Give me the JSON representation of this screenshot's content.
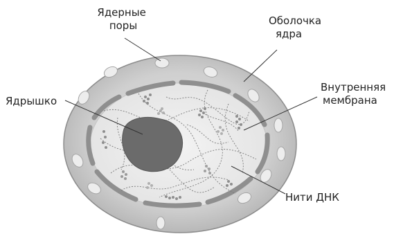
{
  "labels": {
    "nuclear_pores_line1": "Ядерные",
    "nuclear_pores_line2": "поры",
    "envelope_line1": "Оболочка",
    "envelope_line2": "ядра",
    "inner_membrane_line1": "Внутренняя",
    "inner_membrane_line2": "мембрана",
    "nucleolus": "Ядрышко",
    "dna_threads": "Нити ДНК"
  }
}
